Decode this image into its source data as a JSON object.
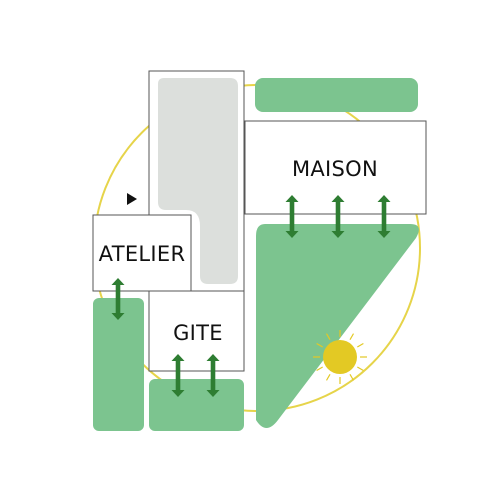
{
  "labels": {
    "maison": "MAISON",
    "atelier": "ATELIER",
    "gite": "GITE"
  },
  "colors": {
    "garden": "#7cc48f",
    "arrow": "#2e7d32",
    "path_gray": "#dcdfdc",
    "outline": "#555555",
    "sun": "#e3c924",
    "sun_ring": "#e6d44a",
    "marker": "#111111"
  },
  "icons": {
    "sun": "sun-icon",
    "arrow": "double-arrow-icon",
    "marker": "play-triangle-icon"
  }
}
